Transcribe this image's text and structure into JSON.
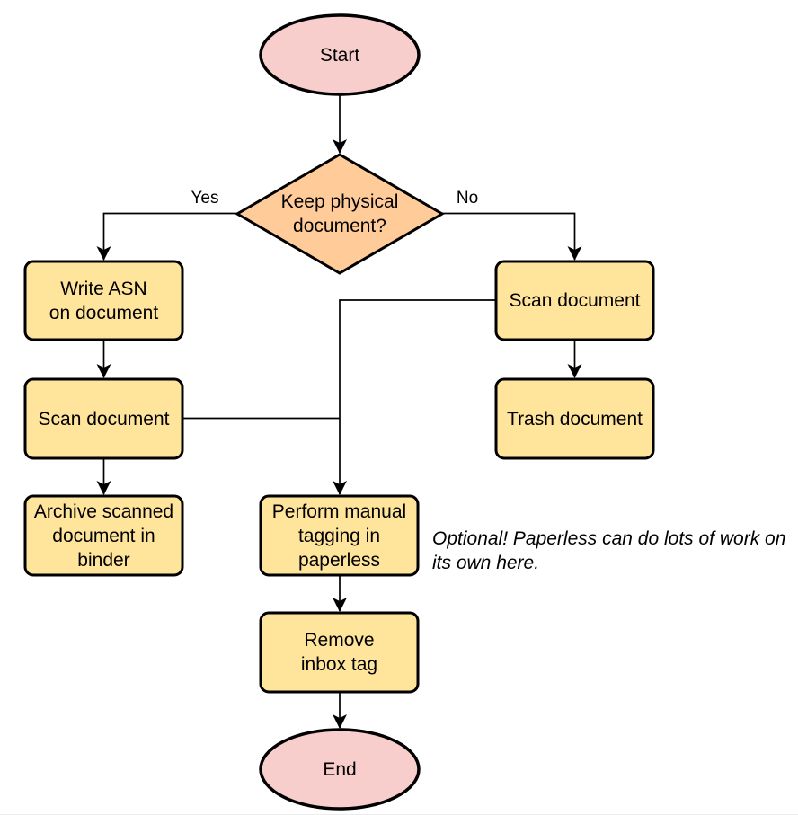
{
  "colors": {
    "terminal_fill": "#f8cecc",
    "decision_fill": "#ffcc99",
    "process_fill": "#ffe49c",
    "line_color": "#000000"
  },
  "nodes": {
    "start": {
      "label": "Start"
    },
    "decision": {
      "label": "Keep physical\ndocument?"
    },
    "write_asn": {
      "label": "Write ASN\non document"
    },
    "scan_left": {
      "label": "Scan document"
    },
    "archive": {
      "label": "Archive scanned\ndocument in\nbinder"
    },
    "scan_right": {
      "label": "Scan document"
    },
    "trash": {
      "label": "Trash document"
    },
    "tagging": {
      "label": "Perform manual\ntagging in\npaperless"
    },
    "remove_inbox": {
      "label": "Remove\ninbox tag"
    },
    "end": {
      "label": "End"
    }
  },
  "edge_labels": {
    "yes": "Yes",
    "no": "No"
  },
  "note": {
    "text": "Optional! Paperless can do lots of work on\nits own here."
  }
}
